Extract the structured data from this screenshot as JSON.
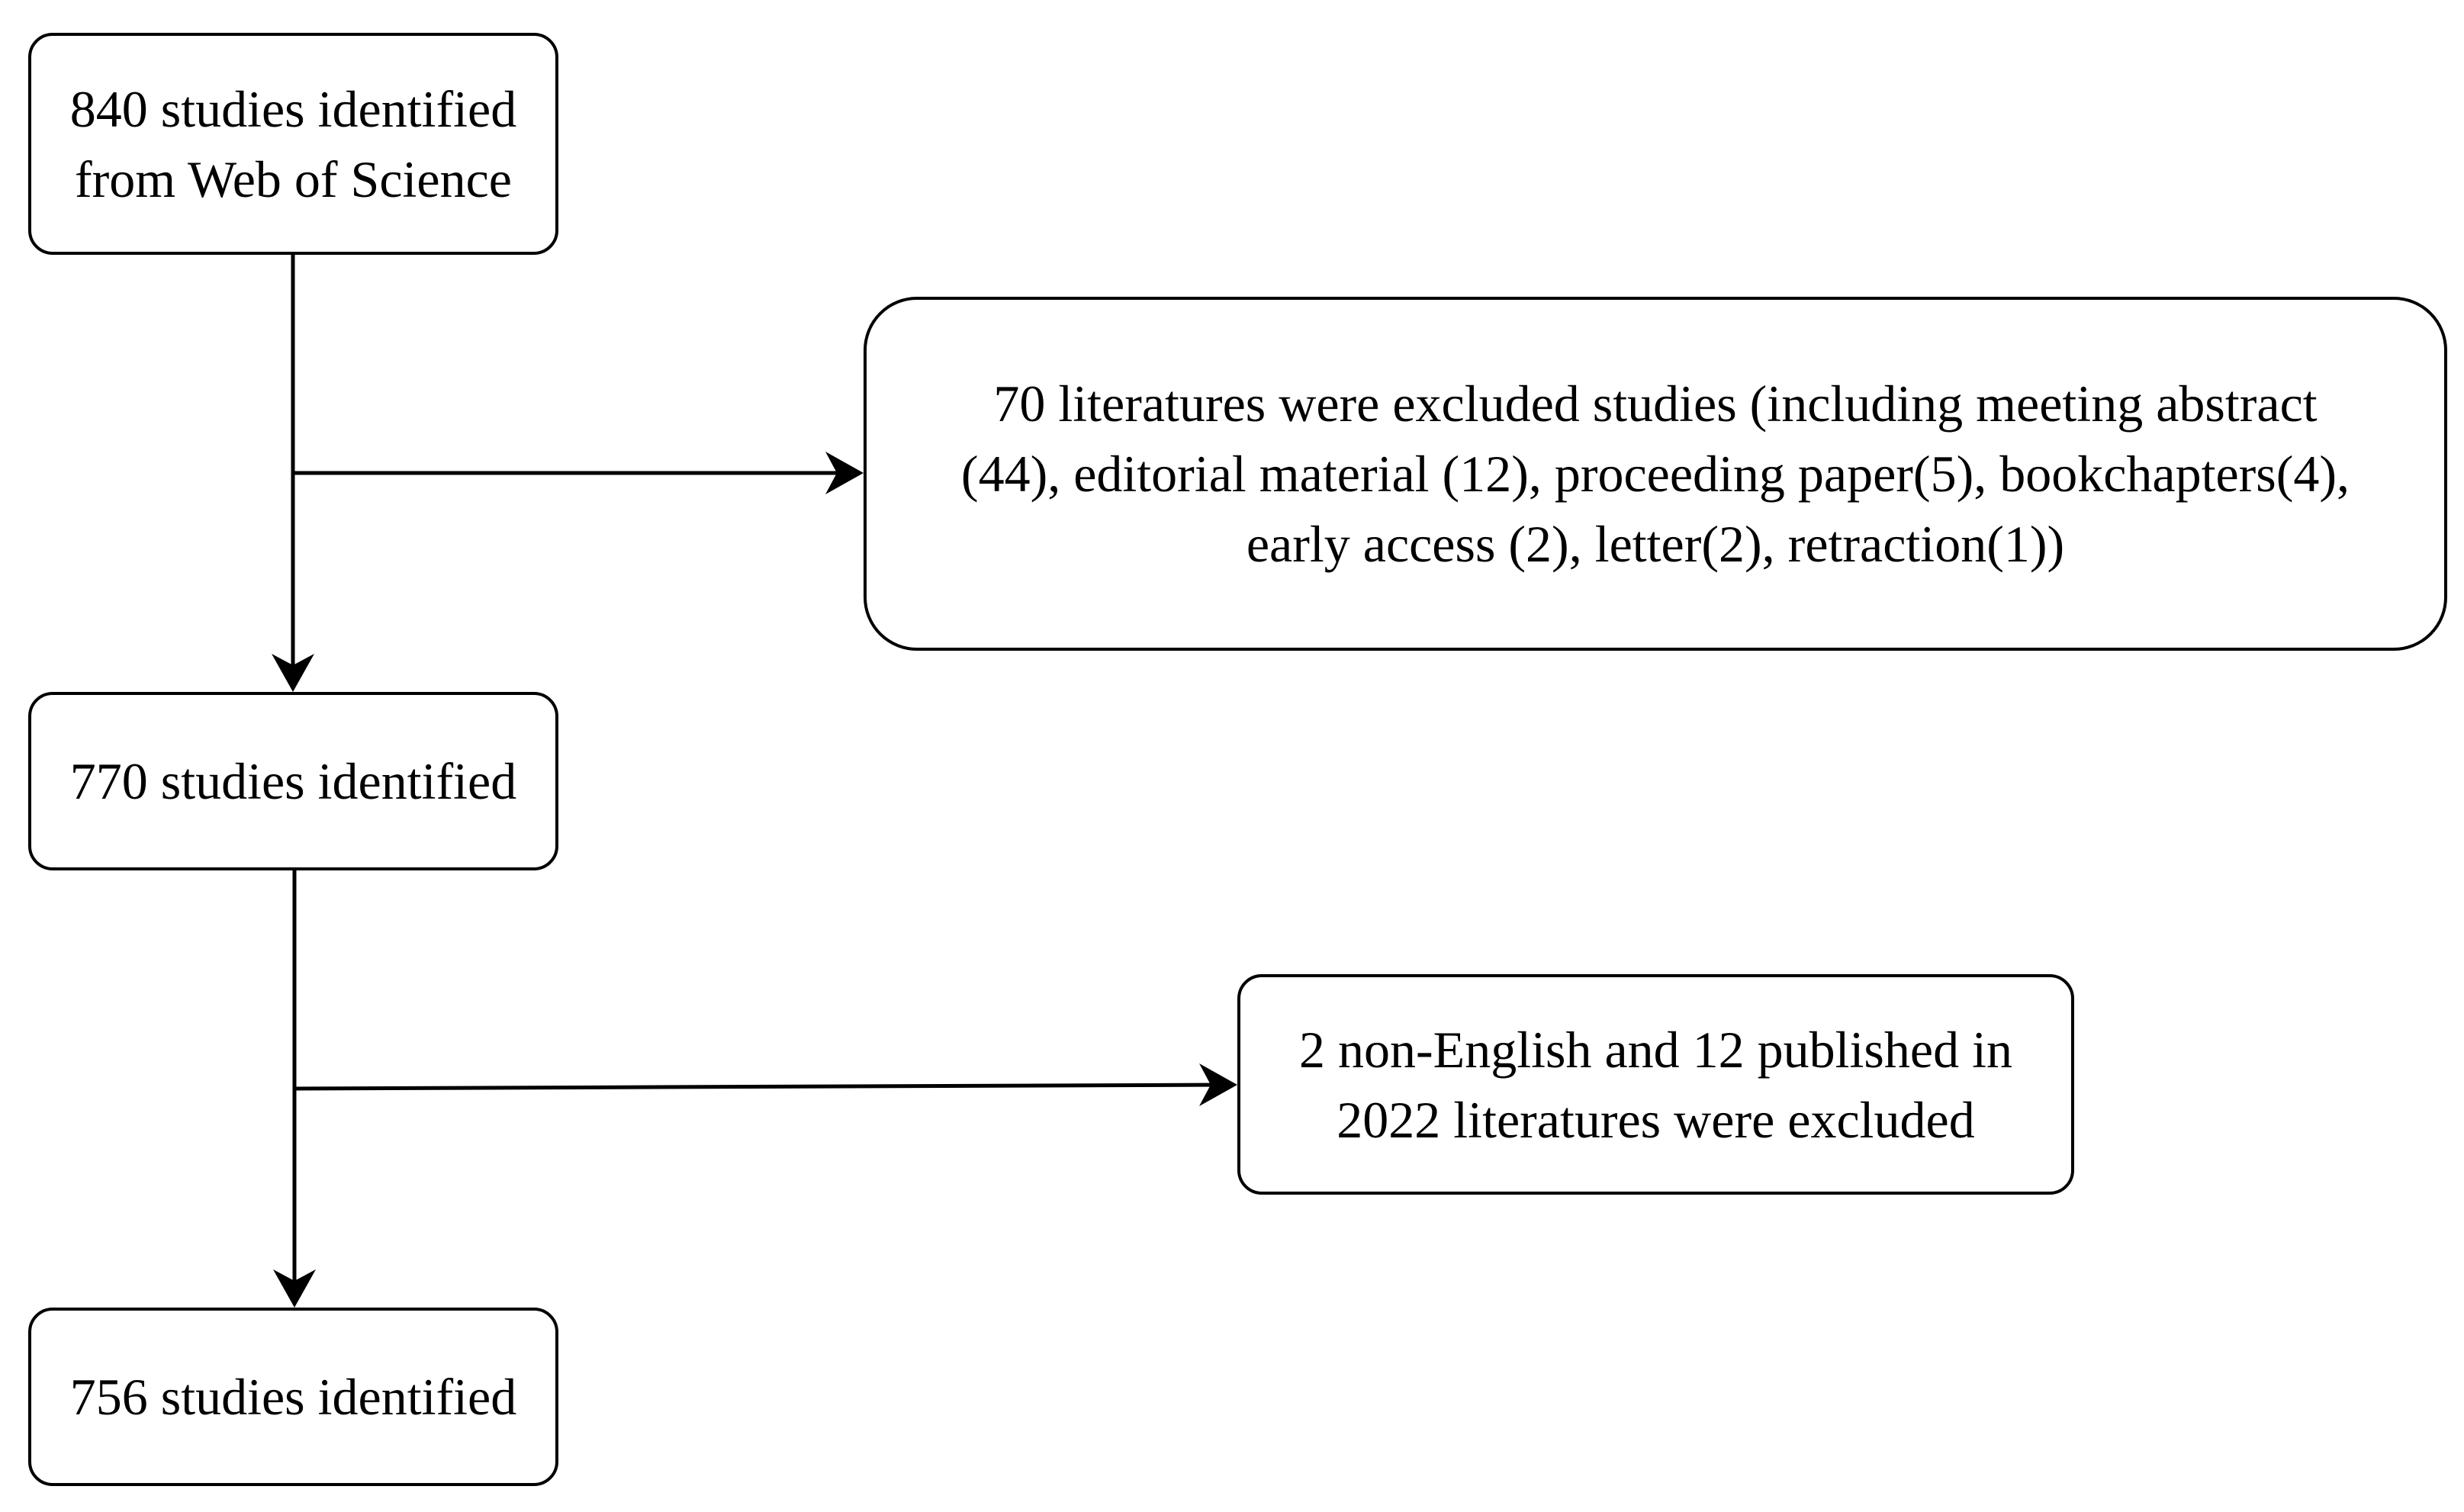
{
  "diagram": {
    "nodes": {
      "n840": {
        "line1": "840 studies identified",
        "line2": "from Web of Science"
      },
      "n70": {
        "line1": "70 literatures were excluded studies (including meeting abstract",
        "line2": "(44), editorial material (12), proceeding paper(5), bookchapters(4),",
        "line3": "early access (2), letter(2), retraction(1))"
      },
      "n770": {
        "line1": "770 studies identified"
      },
      "n2": {
        "line1": "2 non-English and 12 published in",
        "line2": "2022 literatures were excluded"
      },
      "n756": {
        "line1": "756 studies identified"
      }
    },
    "edges": [
      {
        "from": "n840",
        "to": "n770"
      },
      {
        "from": "n840",
        "to": "n70"
      },
      {
        "from": "n770",
        "to": "n756"
      },
      {
        "from": "n770",
        "to": "n2"
      }
    ]
  }
}
